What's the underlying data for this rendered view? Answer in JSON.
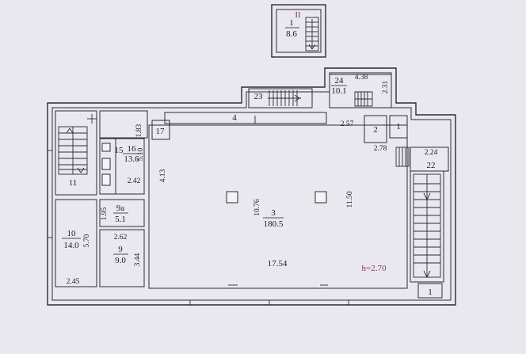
{
  "floor_label": "II",
  "rooms": [
    {
      "id": "r1_top",
      "number": "1",
      "area": "8.6"
    },
    {
      "id": "r2",
      "number": "2",
      "area": ""
    },
    {
      "id": "r1b",
      "number": "1",
      "area": ""
    },
    {
      "id": "r1c",
      "number": "1",
      "area": ""
    },
    {
      "id": "r3",
      "number": "3",
      "area": "180.5"
    },
    {
      "id": "r4",
      "number": "4",
      "area": ""
    },
    {
      "id": "r9",
      "number": "9",
      "area": "9.0"
    },
    {
      "id": "r9a",
      "number": "9a",
      "area": "5.1"
    },
    {
      "id": "r10",
      "number": "10",
      "area": "14.0"
    },
    {
      "id": "r11",
      "number": "11",
      "area": ""
    },
    {
      "id": "r15",
      "number": "15",
      "area": ""
    },
    {
      "id": "r16",
      "number": "16",
      "area": "13.6"
    },
    {
      "id": "r17",
      "number": "17",
      "area": ""
    },
    {
      "id": "r22",
      "number": "22",
      "area": ""
    },
    {
      "id": "r23",
      "number": "23",
      "area": ""
    },
    {
      "id": "r24",
      "number": "24",
      "area": "10.1"
    }
  ],
  "dimensions": {
    "d_4_38": "4.38",
    "d_2_31": "2.31",
    "d_2_57": "2.57",
    "d_2_78": "2.78",
    "d_2_24": "2.24",
    "d_1_83": "1.83",
    "d_5_10": "5.10",
    "d_4_13": "4.13",
    "d_2_42": "2.42",
    "d_1_95": "1.95",
    "d_2_62": "2.62",
    "d_3_44": "3.44",
    "d_5_70": "5.70",
    "d_2_45": "2.45",
    "d_10_76": "10.76",
    "d_11_50": "11.50",
    "d_17_54": "17.54"
  },
  "ceiling_height": "h=2.70"
}
